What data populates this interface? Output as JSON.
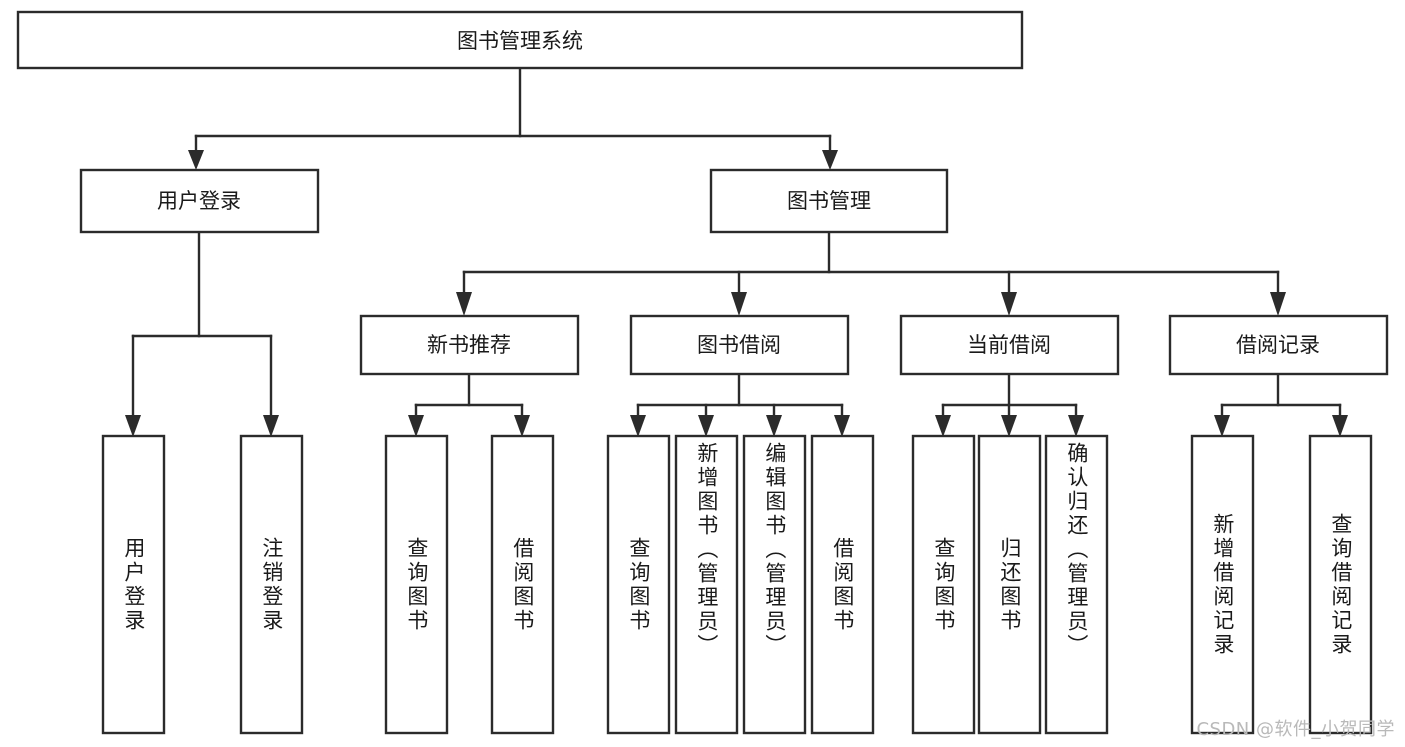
{
  "diagram": {
    "title": "图书管理系统",
    "type": "tree",
    "watermark": "CSDN @软件_小贺同学",
    "colors": {
      "box_stroke": "#2b2b2b",
      "box_fill": "#ffffff",
      "connector": "#2b2b2b",
      "text": "#1a1a1a",
      "watermark": "#b9b9b9",
      "background": "#ffffff"
    }
  },
  "nodes": {
    "root": {
      "label": "图书管理系统",
      "level": 1,
      "orientation": "horizontal"
    },
    "level2": [
      {
        "id": "user-login",
        "label": "用户登录",
        "orientation": "horizontal"
      },
      {
        "id": "book-manage",
        "label": "图书管理",
        "orientation": "horizontal"
      }
    ],
    "level3": [
      {
        "id": "new-book-recommend",
        "label": "新书推荐",
        "orientation": "horizontal",
        "parent": "book-manage"
      },
      {
        "id": "book-borrow",
        "label": "图书借阅",
        "orientation": "horizontal",
        "parent": "book-manage"
      },
      {
        "id": "current-borrow",
        "label": "当前借阅",
        "orientation": "horizontal",
        "parent": "book-manage"
      },
      {
        "id": "borrow-record",
        "label": "借阅记录",
        "orientation": "horizontal",
        "parent": "book-manage"
      }
    ],
    "leaves": [
      {
        "id": "leaf-user-login",
        "label": "用户登录",
        "parent": "user-login",
        "orientation": "vertical"
      },
      {
        "id": "leaf-logout",
        "label": "注销登录",
        "parent": "user-login",
        "orientation": "vertical"
      },
      {
        "id": "leaf-query-book-1",
        "label": "查询图书",
        "parent": "new-book-recommend",
        "orientation": "vertical"
      },
      {
        "id": "leaf-borrow-book-1",
        "label": "借阅图书",
        "parent": "new-book-recommend",
        "orientation": "vertical"
      },
      {
        "id": "leaf-query-book-2",
        "label": "查询图书",
        "parent": "book-borrow",
        "orientation": "vertical"
      },
      {
        "id": "leaf-add-book",
        "label": "新增图书（管理员）",
        "parent": "book-borrow",
        "orientation": "vertical"
      },
      {
        "id": "leaf-edit-book",
        "label": "编辑图书（管理员）",
        "parent": "book-borrow",
        "orientation": "vertical"
      },
      {
        "id": "leaf-borrow-book-2",
        "label": "借阅图书",
        "parent": "book-borrow",
        "orientation": "vertical"
      },
      {
        "id": "leaf-query-book-3",
        "label": "查询图书",
        "parent": "current-borrow",
        "orientation": "vertical"
      },
      {
        "id": "leaf-return-book",
        "label": "归还图书",
        "parent": "current-borrow",
        "orientation": "vertical"
      },
      {
        "id": "leaf-confirm-return",
        "label": "确认归还（管理员）",
        "parent": "current-borrow",
        "orientation": "vertical"
      },
      {
        "id": "leaf-add-record",
        "label": "新增借阅记录",
        "parent": "borrow-record",
        "orientation": "vertical"
      },
      {
        "id": "leaf-query-record",
        "label": "查询借阅记录",
        "parent": "borrow-record",
        "orientation": "vertical"
      }
    ]
  }
}
